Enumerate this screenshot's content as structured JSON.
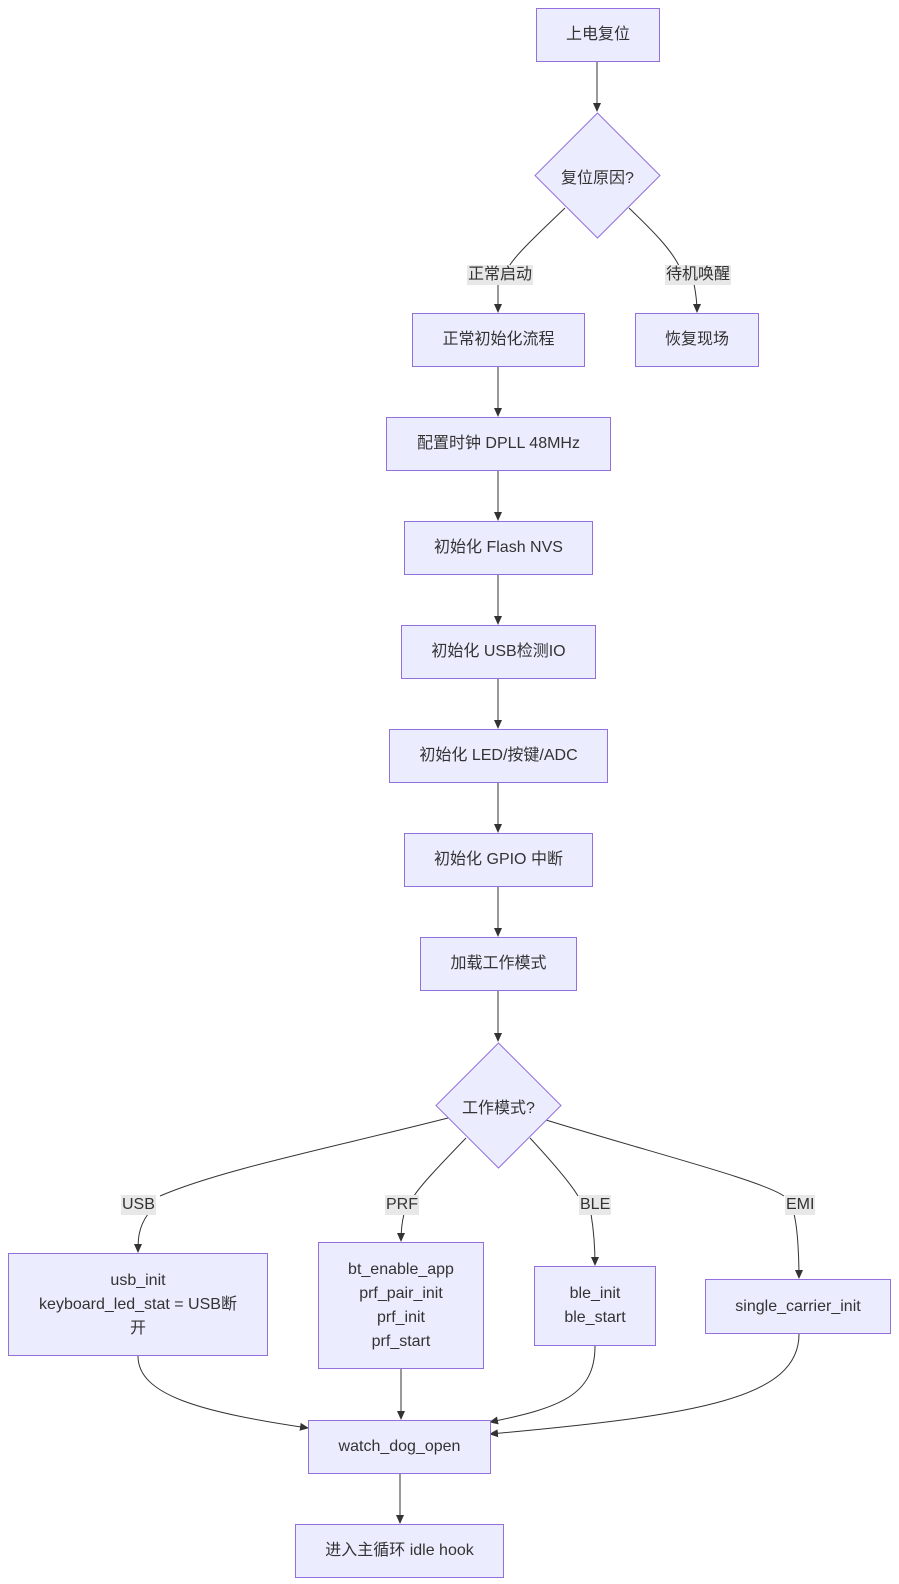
{
  "nodes": {
    "power_on_reset": "上电复位",
    "reset_reason": "复位原因?",
    "normal_init": "正常初始化流程",
    "restore_context": "恢复现场",
    "config_clock": "配置时钟 DPLL 48MHz",
    "init_flash": "初始化 Flash NVS",
    "init_usb_io": "初始化 USB检测IO",
    "init_led": "初始化 LED/按键/ADC",
    "init_gpio": "初始化 GPIO 中断",
    "load_mode": "加载工作模式",
    "work_mode": "工作模式?",
    "usb_box": [
      "usb_init",
      "keyboard_led_stat = USB断",
      "开"
    ],
    "prf_box": [
      "bt_enable_app",
      "prf_pair_init",
      "prf_init",
      "prf_start"
    ],
    "ble_box": [
      "ble_init",
      "ble_start"
    ],
    "emi_box": "single_carrier_init",
    "watchdog": "watch_dog_open",
    "main_loop": "进入主循环 idle hook"
  },
  "edge_labels": {
    "normal_boot": "正常启动",
    "standby_wake": "待机唤醒",
    "usb": "USB",
    "prf": "PRF",
    "ble": "BLE",
    "emi": "EMI"
  },
  "colors": {
    "node_fill": "#ECECFF",
    "node_border": "#9370DB",
    "edge": "#333333",
    "label_bg": "#e8e8e8"
  }
}
